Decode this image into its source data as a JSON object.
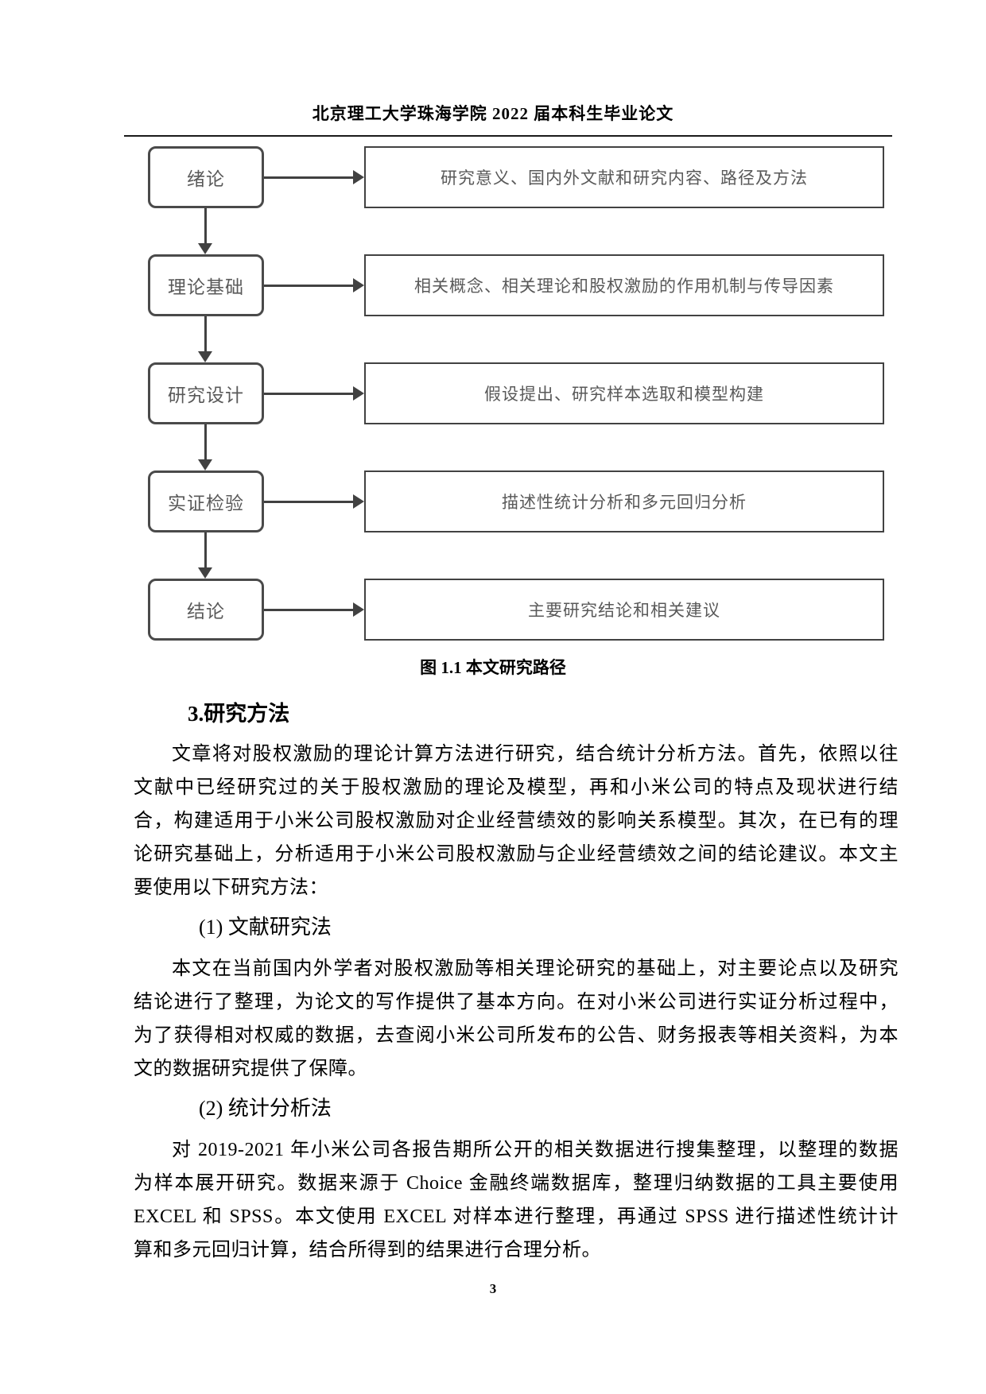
{
  "header": {
    "title": "北京理工大学珠海学院 2022 届本科生毕业论文"
  },
  "flowchart": {
    "rows": [
      {
        "stage": "绪论",
        "detail": "研究意义、国内外文献和研究内容、路径及方法"
      },
      {
        "stage": "理论基础",
        "detail": "相关概念、相关理论和股权激励的作用机制与传导因素"
      },
      {
        "stage": "研究设计",
        "detail": "假设提出、研究样本选取和模型构建"
      },
      {
        "stage": "实证检验",
        "detail": "描述性统计分析和多元回归分析"
      },
      {
        "stage": "结论",
        "detail": "主要研究结论和相关建议"
      }
    ],
    "caption": "图 1.1 本文研究路径",
    "colors": {
      "border": "#4a4a4a",
      "text": "#595959"
    }
  },
  "section": {
    "heading": "3.研究方法",
    "intro": {
      "lines": [
        "文章将对股权激励的理论计算方法进行研究，结合统计分析方法。首先，依照以往",
        "文献中已经研究过的关于股权激励的理论及模型，再和小米公司的特点及现状进行结",
        "合，构建适用于小米公司股权激励对企业经营绩效的影响关系模型。其次，在已有的理",
        "论研究基础上，分析适用于小米公司股权激励与企业经营绩效之间的结论建议。本文主",
        "要使用以下研究方法："
      ]
    },
    "method1": {
      "heading": "(1) 文献研究法",
      "lines": [
        "本文在当前国内外学者对股权激励等相关理论研究的基础上，对主要论点以及研究",
        "结论进行了整理，为论文的写作提供了基本方向。在对小米公司进行实证分析过程中，",
        "为了获得相对权威的数据，去查阅小米公司所发布的公告、财务报表等相关资料，为本",
        "文的数据研究提供了保障。"
      ]
    },
    "method2": {
      "heading": "(2) 统计分析法",
      "lines": [
        "对 2019-2021 年小米公司各报告期所公开的相关数据进行搜集整理，以整理的数据",
        "为样本展开研究。数据来源于 Choice 金融终端数据库，整理归纳数据的工具主要使用",
        "EXCEL 和 SPSS。本文使用 EXCEL 对样本进行整理，再通过 SPSS 进行描述性统计计",
        "算和多元回归计算，结合所得到的结果进行合理分析。"
      ]
    }
  },
  "footer": {
    "page_number": "3"
  }
}
